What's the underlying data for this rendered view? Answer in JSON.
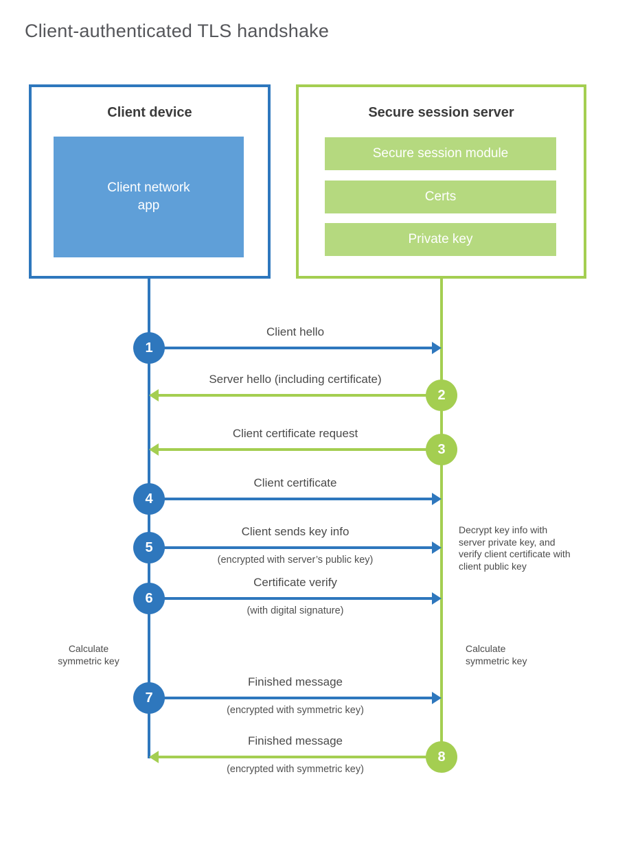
{
  "title": "Client-authenticated TLS handshake",
  "colors": {
    "blue_border": "#2e77bd",
    "blue_fill": "#5f9fd8",
    "green_border": "#a4ce51",
    "green_fill": "#b5d97f"
  },
  "client": {
    "heading": "Client device",
    "app_label": "Client network\napp"
  },
  "server": {
    "heading": "Secure session server",
    "modules": [
      "Secure session module",
      "Certs",
      "Private key"
    ]
  },
  "steps": [
    {
      "num": "1",
      "label": "Client hello",
      "direction": "client-to-server"
    },
    {
      "num": "2",
      "label": "Server hello (including certificate)",
      "direction": "server-to-client"
    },
    {
      "num": "3",
      "label": "Client certificate request",
      "direction": "server-to-client"
    },
    {
      "num": "4",
      "label": "Client certificate",
      "direction": "client-to-server"
    },
    {
      "num": "5",
      "label": "Client sends key info",
      "sub": "(encrypted with server’s public key)",
      "direction": "client-to-server"
    },
    {
      "num": "6",
      "label": "Certificate verify",
      "sub": "(with digital signature)",
      "direction": "client-to-server"
    },
    {
      "num": "7",
      "label": "Finished message",
      "sub": "(encrypted with symmetric key)",
      "direction": "client-to-server"
    },
    {
      "num": "8",
      "label": "Finished message",
      "sub": "(encrypted with symmetric key)",
      "direction": "server-to-client"
    }
  ],
  "annotations": {
    "server_note": "Decrypt key info with server private key, and verify client certificate with client public key",
    "client_calc": "Calculate symmetric key",
    "server_calc": "Calculate symmetric key"
  }
}
